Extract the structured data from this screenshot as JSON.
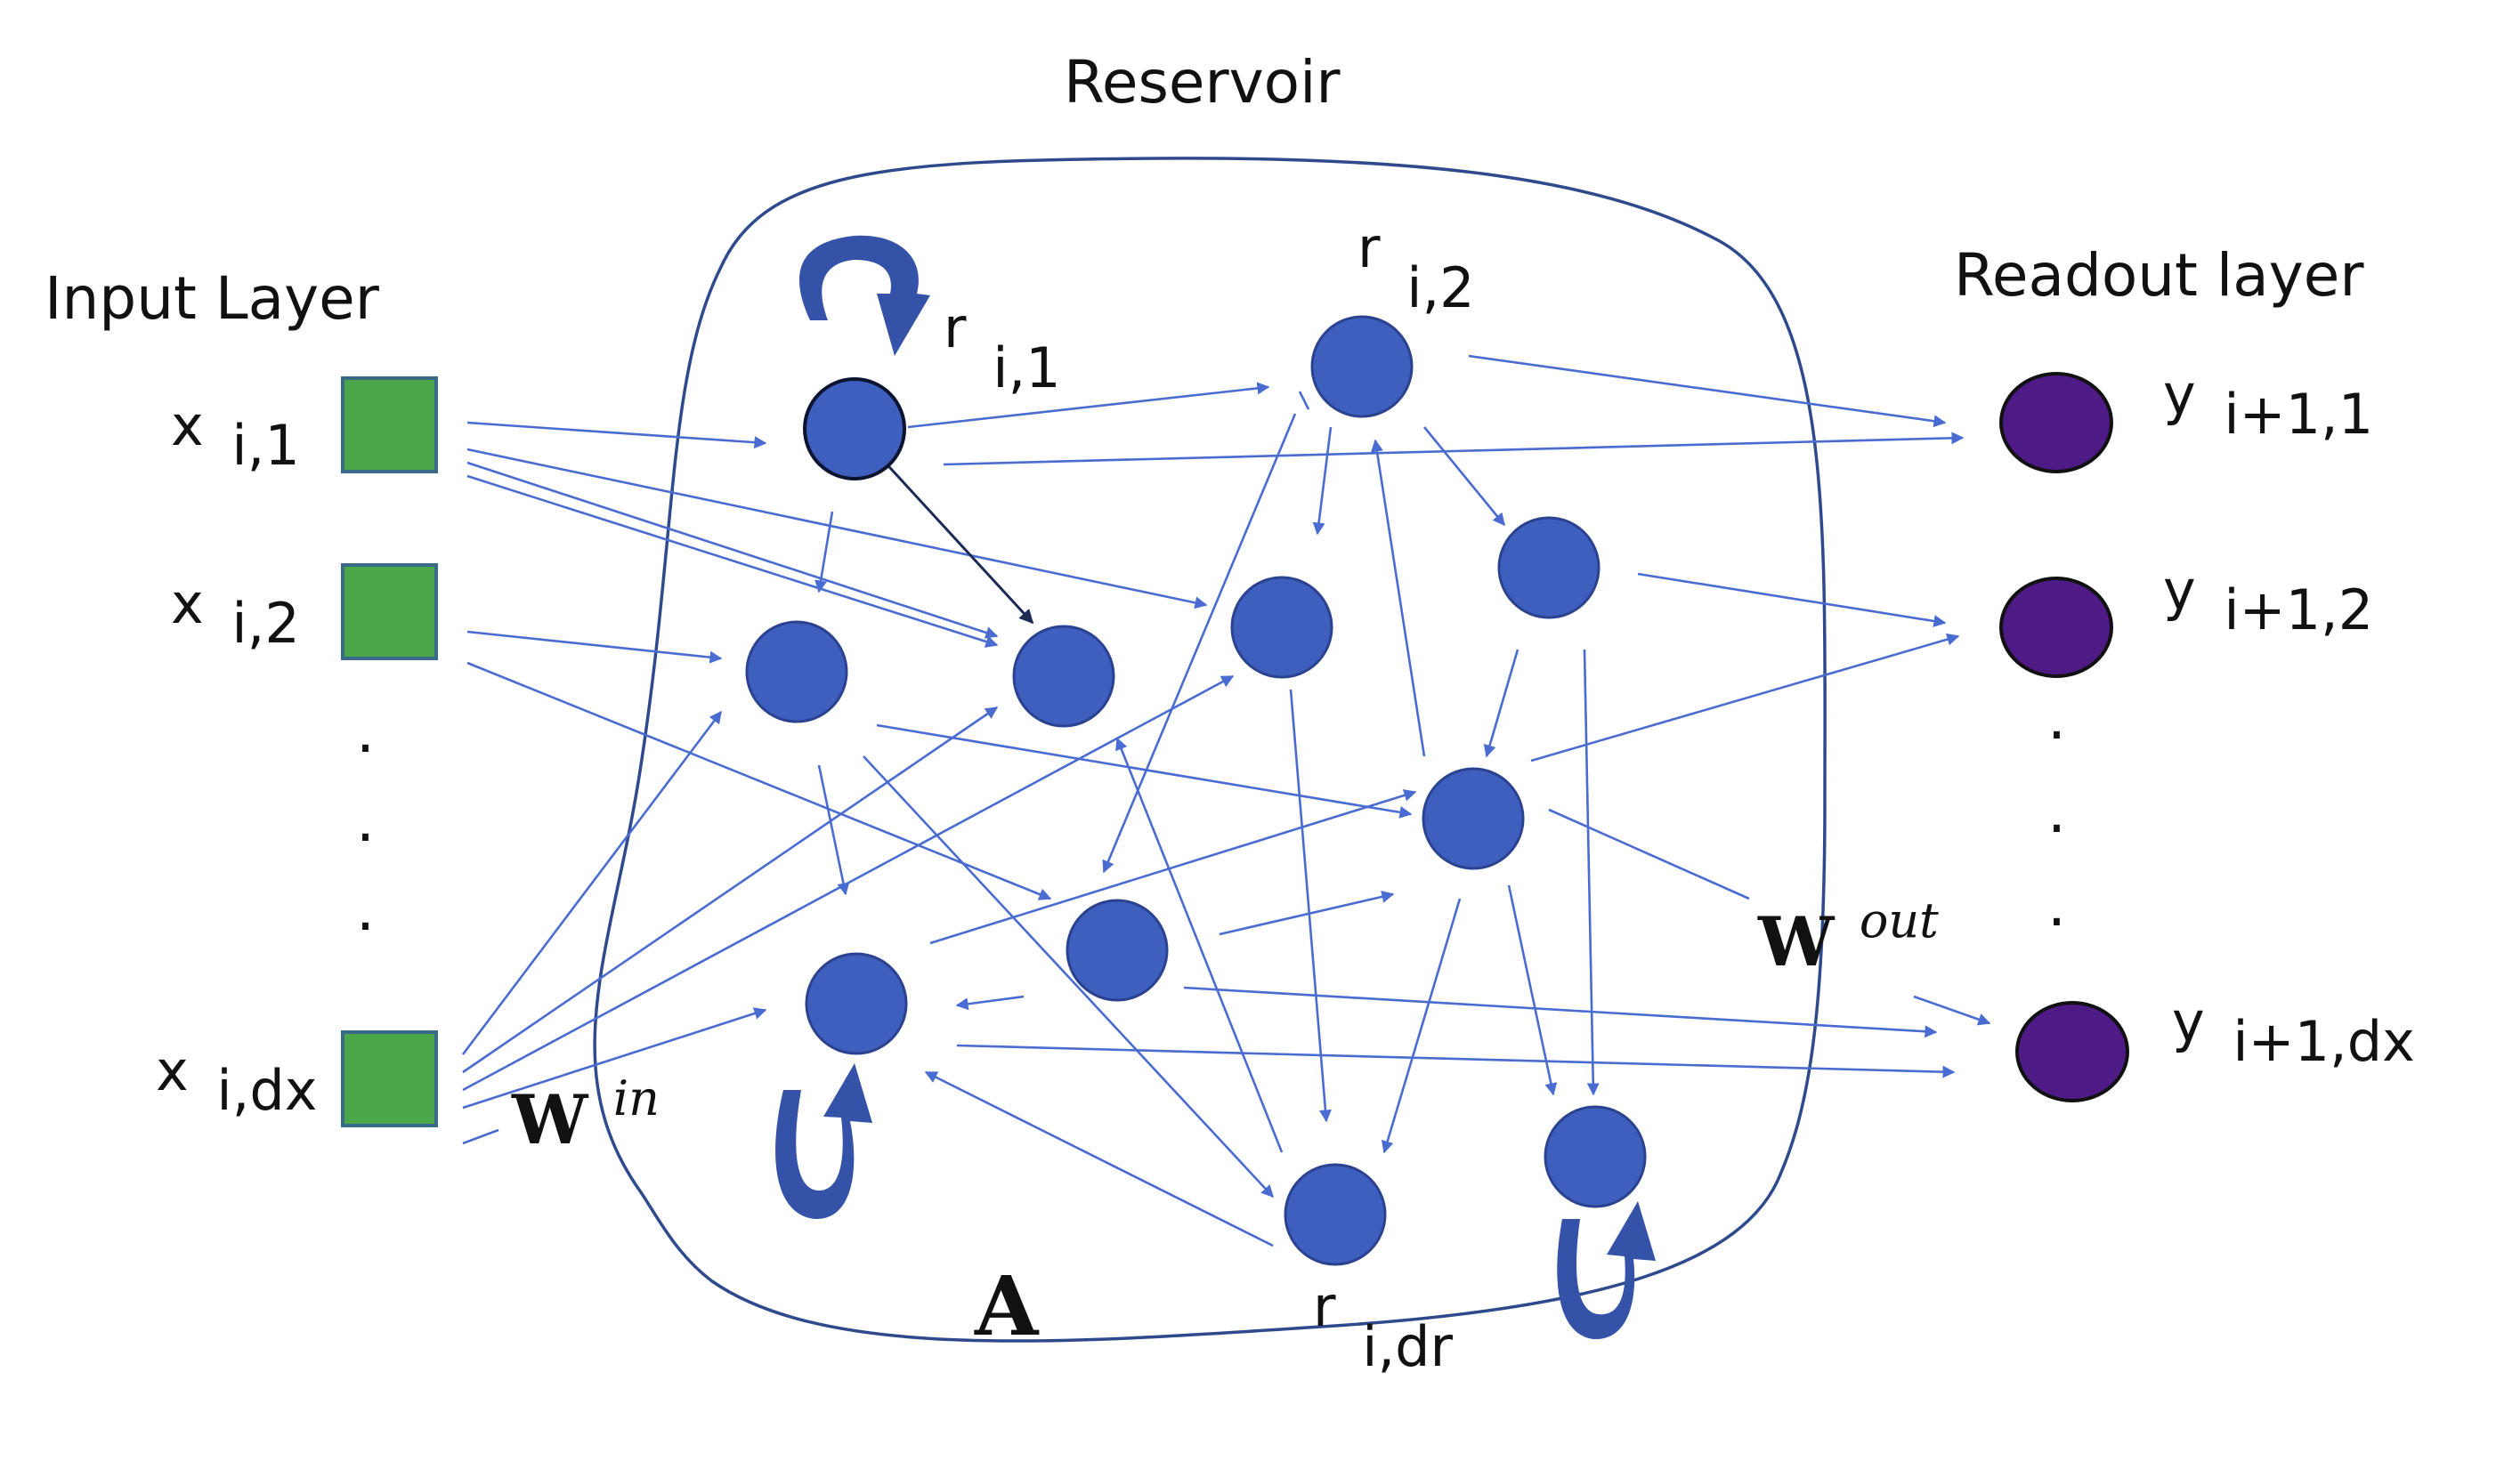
{
  "title": "Reservoir",
  "input_layer": {
    "label": "Input Layer",
    "nodes": [
      {
        "sym": "x",
        "sub": "i,1"
      },
      {
        "sym": "x",
        "sub": "i,2"
      },
      {
        "sym": "x",
        "sub": "i,dx"
      }
    ],
    "ellipsis": "."
  },
  "readout_layer": {
    "label": "Readout layer",
    "nodes": [
      {
        "sym": "y",
        "sub": "i+1,1"
      },
      {
        "sym": "y",
        "sub": "i+1,2"
      },
      {
        "sym": "y",
        "sub": "i+1,dx"
      }
    ],
    "ellipsis": "."
  },
  "reservoir": {
    "node_labels": [
      {
        "sym": "r",
        "sub": "i,1"
      },
      {
        "sym": "r",
        "sub": "i,2"
      },
      {
        "sym": "r",
        "sub": "i,dr"
      }
    ],
    "matrix_label": "A"
  },
  "weights": {
    "win_base": "W",
    "win_sup": "in",
    "wout_base": "W",
    "wout_sup": "out"
  },
  "colors": {
    "input_node": "#4ca64a",
    "reservoir_node": "#3f5fbf",
    "output_node": "#4d1a86",
    "edge": "#4a6cd0",
    "boundary": "#2f4a8c"
  }
}
